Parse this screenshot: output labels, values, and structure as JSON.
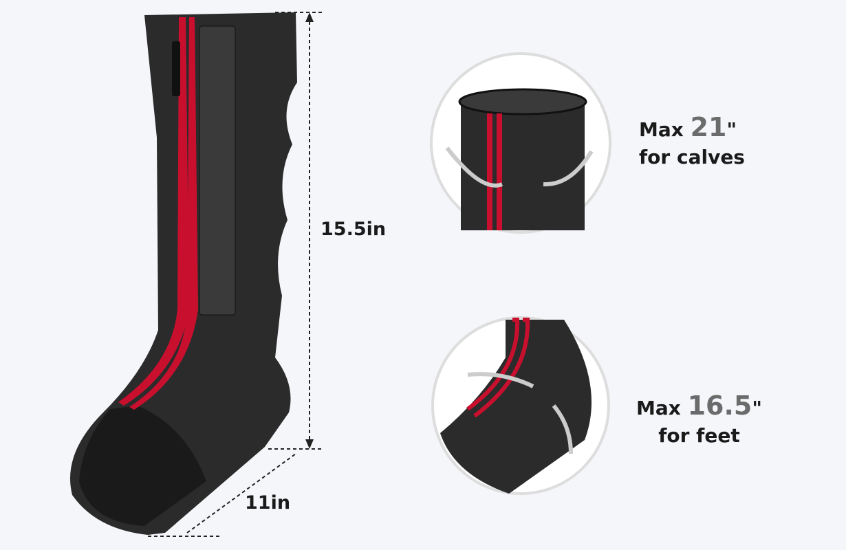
{
  "dimensions": {
    "height": "15.5in",
    "width": "11in"
  },
  "calf_spec": {
    "prefix": "Max ",
    "value": "21",
    "unit": "\"",
    "label": "for calves"
  },
  "foot_spec": {
    "prefix": "Max ",
    "value": "16.5",
    "unit": "\"",
    "label": "for feet"
  },
  "colors": {
    "background": "#f5f6fa",
    "sleeve": "#2a2a2a",
    "zipper": "#c8102e",
    "value_text": "#6b6b6b"
  }
}
